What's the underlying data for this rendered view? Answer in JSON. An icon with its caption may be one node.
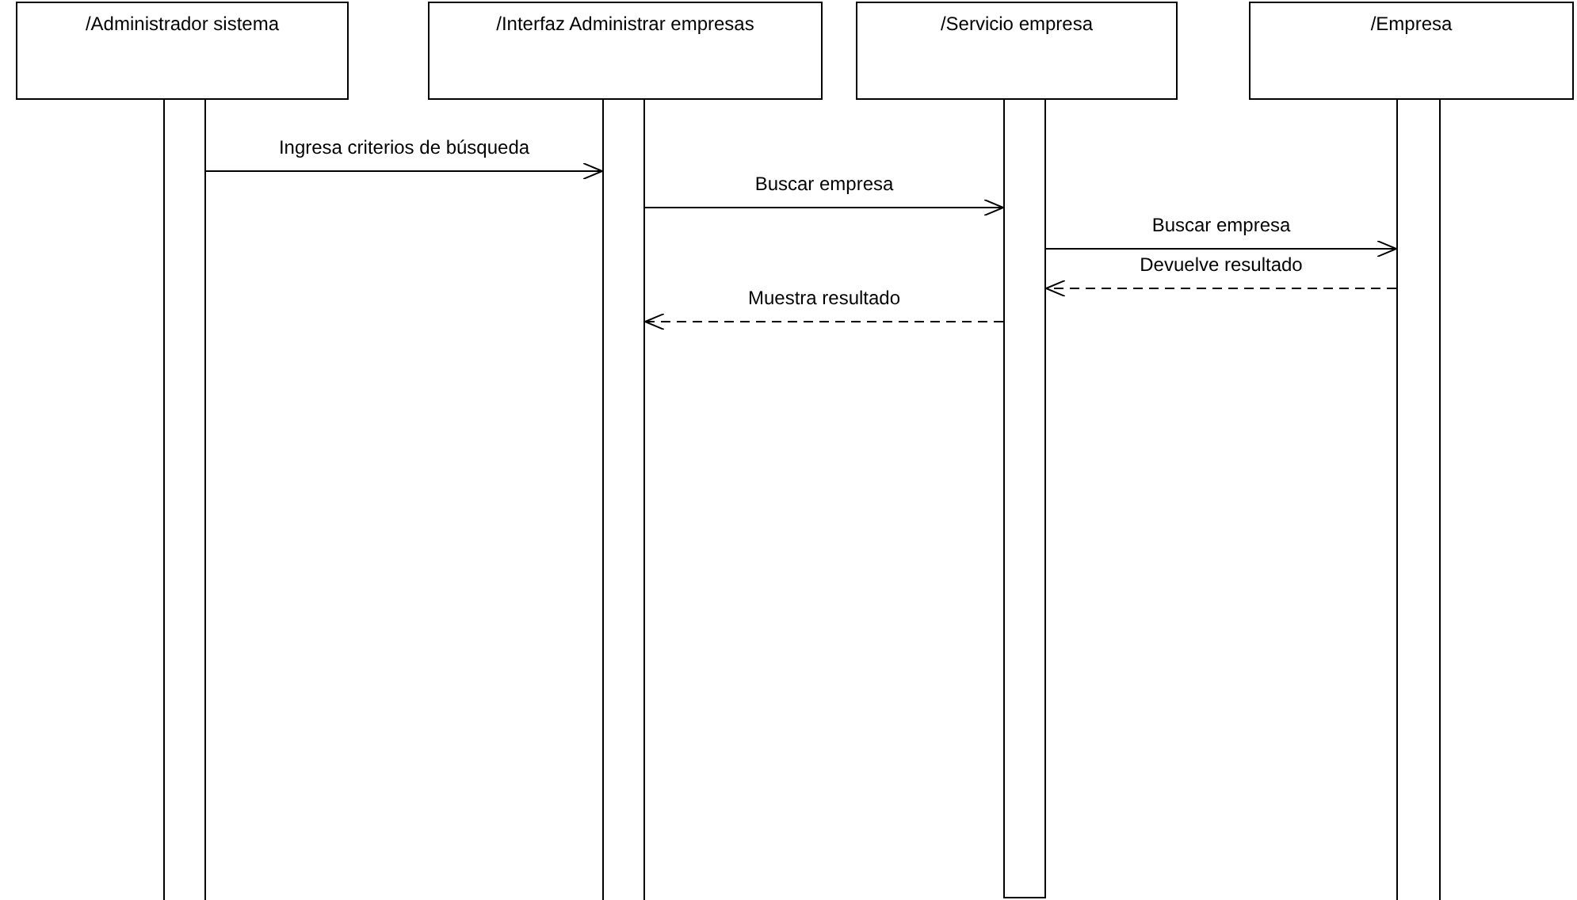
{
  "diagram": {
    "nodes": [
      {
        "text": [
          "/Administrador sistema"
        ]
      },
      {
        "text": [
          "/Interfaz Administrar empresas"
        ]
      },
      {
        "text": [
          "/Servicio empresa"
        ]
      },
      {
        "text": [
          "/Empresa"
        ]
      },
      {
        "text": [],
        "shape": "bar"
      },
      {
        "text": [],
        "shape": "bar"
      },
      {
        "text": [],
        "shape": "bar"
      },
      {
        "text": [],
        "shape": "bar"
      }
    ],
    "edges": [
      {
        "from": 4,
        "to": 5,
        "arrow": "to",
        "label": "Ingresa criterios de búsqueda"
      },
      {
        "from": 5,
        "to": 6,
        "arrow": "to",
        "label": "Buscar empresa"
      },
      {
        "from": 6,
        "to": 7,
        "arrow": "to",
        "label": "Buscar empresa"
      },
      {
        "from": 7,
        "to": 6,
        "arrow": "to",
        "label": "Devuelve resultado",
        "style": "dashed"
      },
      {
        "from": 6,
        "to": 5,
        "arrow": "to",
        "label": "Muestra resultado",
        "style": "dashed"
      }
    ]
  }
}
